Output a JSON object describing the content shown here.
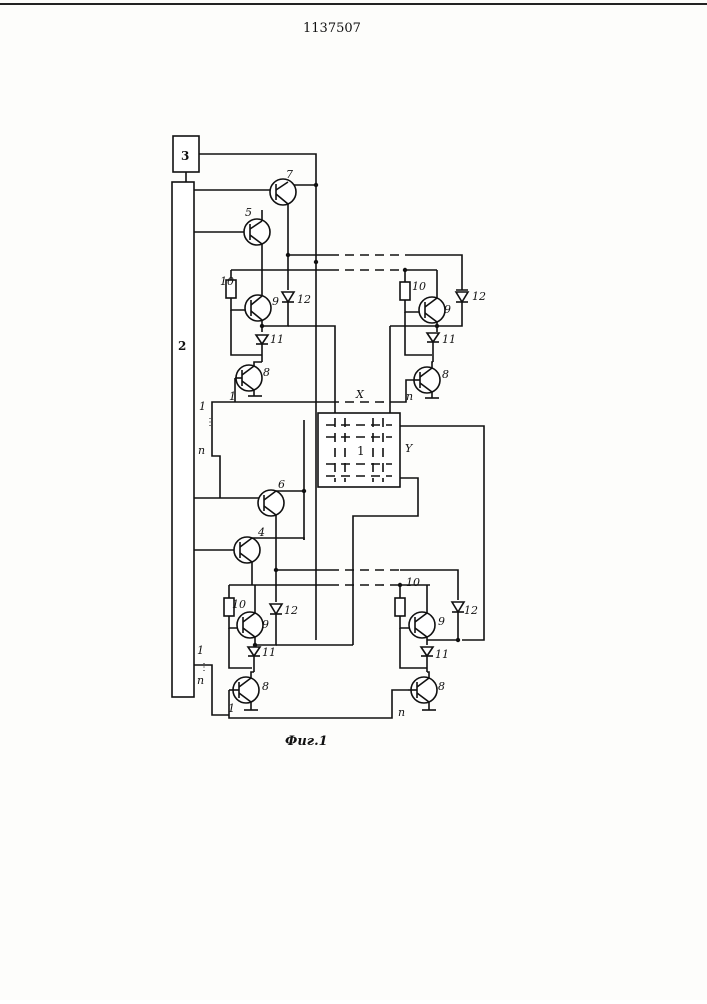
{
  "patent_number": "1137507",
  "figure_caption": "Фиг.1",
  "labels": {
    "block_3": "3",
    "block_2": "2",
    "block_1": "1",
    "axis_x": "X",
    "axis_y": "Y",
    "n1_top": "1",
    "nn_top": "n",
    "n1_bot": "1",
    "nn_bot": "n",
    "bus_1a": "1",
    "bus_na": "n",
    "bus_1b": "1",
    "bus_nb": "n",
    "t7": "7",
    "t5": "5",
    "t6": "6",
    "t4": "4",
    "r10_a": "10",
    "r10_b": "10",
    "r10_c": "10",
    "r10_d": "10",
    "t9_a": "9",
    "t9_b": "9",
    "t9_c": "9",
    "t9_d": "9",
    "d12_a": "12",
    "d12_b": "12",
    "d12_c": "12",
    "d12_d": "12",
    "d11_a": "11",
    "d11_b": "11",
    "d11_c": "11",
    "d11_d": "11",
    "t8_a": "8",
    "t8_b": "8",
    "t8_c": "8",
    "t8_d": "8"
  }
}
